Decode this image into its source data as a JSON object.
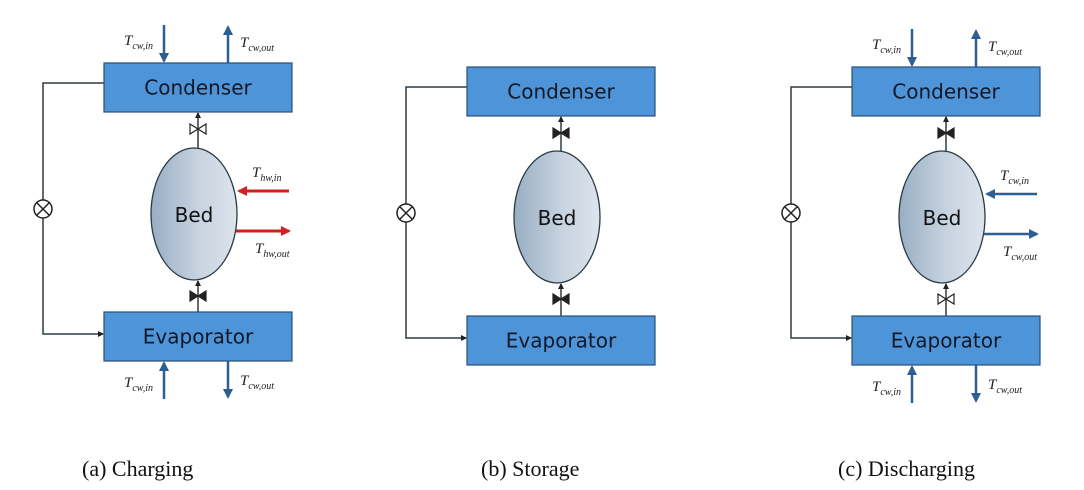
{
  "panels": [
    {
      "id": "a",
      "caption": "(a)  Charging",
      "condenser_label": "Condenser",
      "evaporator_label": "Evaporator",
      "bed_label": "Bed",
      "condenser_flow": {
        "in": {
          "sym": "T",
          "sub": "cw,in"
        },
        "out": {
          "sym": "T",
          "sub": "cw,out"
        }
      },
      "evaporator_flow": {
        "in": {
          "sym": "T",
          "sub": "cw,in"
        },
        "out": {
          "sym": "T",
          "sub": "cw,out"
        }
      },
      "bed_flow": {
        "in": {
          "sym": "T",
          "sub": "hw,in"
        },
        "out": {
          "sym": "T",
          "sub": "hw,out"
        },
        "color": "#d21f1f"
      },
      "top_valve": "open",
      "bottom_valve": "closed"
    },
    {
      "id": "b",
      "caption": "(b)  Storage",
      "condenser_label": "Condenser",
      "evaporator_label": "Evaporator",
      "bed_label": "Bed",
      "top_valve": "closed",
      "bottom_valve": "closed"
    },
    {
      "id": "c",
      "caption": "(c)  Discharging",
      "condenser_label": "Condenser",
      "evaporator_label": "Evaporator",
      "bed_label": "Bed",
      "condenser_flow": {
        "in": {
          "sym": "T",
          "sub": "cw,in"
        },
        "out": {
          "sym": "T",
          "sub": "cw,out"
        }
      },
      "evaporator_flow": {
        "in": {
          "sym": "T",
          "sub": "cw,in"
        },
        "out": {
          "sym": "T",
          "sub": "cw,out"
        }
      },
      "bed_flow": {
        "in": {
          "sym": "T",
          "sub": "cw,in"
        },
        "out": {
          "sym": "T",
          "sub": "cw,out"
        },
        "color": "#2c5f94"
      },
      "top_valve": "closed",
      "bottom_valve": "open"
    }
  ],
  "colors": {
    "box_fill": "#4e94d9",
    "cooling_water": "#2c5f94",
    "hot_water": "#d21f1f"
  }
}
